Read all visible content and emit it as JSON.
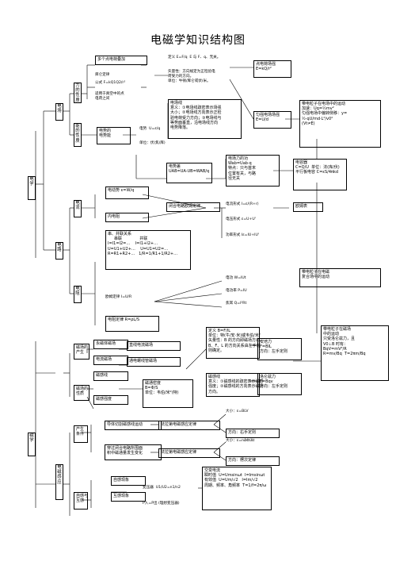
{
  "title": "电磁学知识结构图",
  "n": {
    "root_dianxue": "电学",
    "root_cixue": "磁学",
    "dian_chang": "电场",
    "dian_lu": "电路",
    "li_xingzhi": "力的性质",
    "neng_xingzhi": "能的性质",
    "dianliu": "电流",
    "dianzu": "电阻",
    "fanli": "多个点电荷叠加",
    "kulun": "库仑定律",
    "kulun_formula": "公式 F=kQ1Q2/r²",
    "kulun_apply": "适用于真空中的点\n电荷之间",
    "E_def": "定义 E=F/q  E 与 F、q、无关。",
    "E_dir": "矢量性：方向规定为正检验电\n荷受力的方向。\n单位：牛顿/库仑或伏/米。",
    "E_point": "点电荷场强\nE=kQ/r²",
    "E_uniform": "匀强电场场强\nE=U/d",
    "field_lines": "电场线\n意义：①电场线疏密表示场强\n大小；②电场线方向表示正检\n验电荷受力方向；③电场线与\n等势面垂直，沿电场线方向\n电势降落。",
    "charge_motion": "带电粒子在电场中的运动\n加速：Uq=½mv²\n匀强电场中偏转侧移：y=\n½·qU/md·L²/v0²\n(Vt≠E)",
    "potential": "电势的\n电势能",
    "phi_def": "电势  U=ε/q",
    "phi_unit": "单位：伏(焦/库)",
    "diff": "电势差\nUAB=UA-UB=WAB/q",
    "field_work": "电场力的功\nWab=Uab·q\n特点：只与首末\n位置有关，与路\n径无关",
    "capacitor": "电容器\nC=Q/U  单位：法(库/伏)\n平行板电容 C=εS/4πkd",
    "I_def": "电动势 ε=W/q",
    "internal": "内电阻",
    "closed": "闭合电路欧姆定律",
    "I_form1": "电流形式 I=ε/(R+r)",
    "I_form2": "电压形式 ε=U+U'",
    "I_form3": "功率形式 Iε=IU+IU'",
    "ohm_ext": "欧姆表",
    "series": "串、并联关系\n     串联              并联\nI=I1=I2=…    I=I1+I2+…\nU=U1+U2+…    U=U1=U2=…\nR=R1+R2+…   1/R=1/R1+1/R2+…",
    "ohm": "欧姆定律 I=U/R",
    "resist": "电阻定律 R=ρL/S",
    "power": "电功 W=IUt",
    "power2": "电功率 P=IU",
    "heat": "焦耳 Q=I²Rt",
    "field_motion": "带电粒子在电磁\n复合场中的运动",
    "mag_src": "磁场的\n产生",
    "mag_prop": "磁场的\n性质",
    "magnet": "永磁体磁场",
    "current_mag": "电流磁场",
    "straight": "直线电流磁场",
    "coil": "通电螺线管磁场",
    "mag_lines": "磁感线",
    "mag_B": "磁感强度",
    "flux": "磁通密度\nB=Φ/S\n单位：韦伯/米²(特)",
    "B_def": "定义 B=F/IL\n单位：特(牛/安·米)或韦伯/米²\n矢量性：B 的方向即磁场方向。\nB、F、L 的方向关系由左手定\n则确定。",
    "ampere": "安培力\nF=BIL\n方向：左手定则",
    "lorentz": "洛仑兹力\nF=Bqv\n方向：左手定则",
    "mag_lines2": "磁感线\n意义：①磁感线的疏密表示磁感\n强度；②磁感线的方向表示磁场\n方向。",
    "particle": "带电粒子在磁场\n中的运动\n只受洛仑兹力，且\nV0⊥B 时有：\nBqV=mV²/R\nR=mv/Bq  T=2πm/Bq",
    "induction": "电磁感应",
    "condition": "产生\n条件",
    "cut": "导体切割磁感线运动",
    "cut_law": "法拉第电磁感应定律",
    "cut_size": "大小：ε=BLV",
    "cut_dir": "方向：右手定则",
    "flux_change": "穿过闭合电路所围面\n积中磁通量发生变化",
    "flux_law": "法拉第电磁感应定律",
    "flux_size": "大小：ε=nΔΦ/Δt",
    "flux_dir": "方向：楞次定律",
    "self": "自感与\n互感",
    "self_ind": "自感现象",
    "mutual": "互感现象",
    "transformer": "变压器  U1/U2=n1/n2",
    "trans2": "P入=P出 (理想变压器)",
    "ac": "交变电流\n瞬时值  U=Umsinωt  I=Imsinωt\n有效值  U=Um/√2   I=Im/√2\n周期、频率、角频率  T=1/f=2π/ω"
  }
}
